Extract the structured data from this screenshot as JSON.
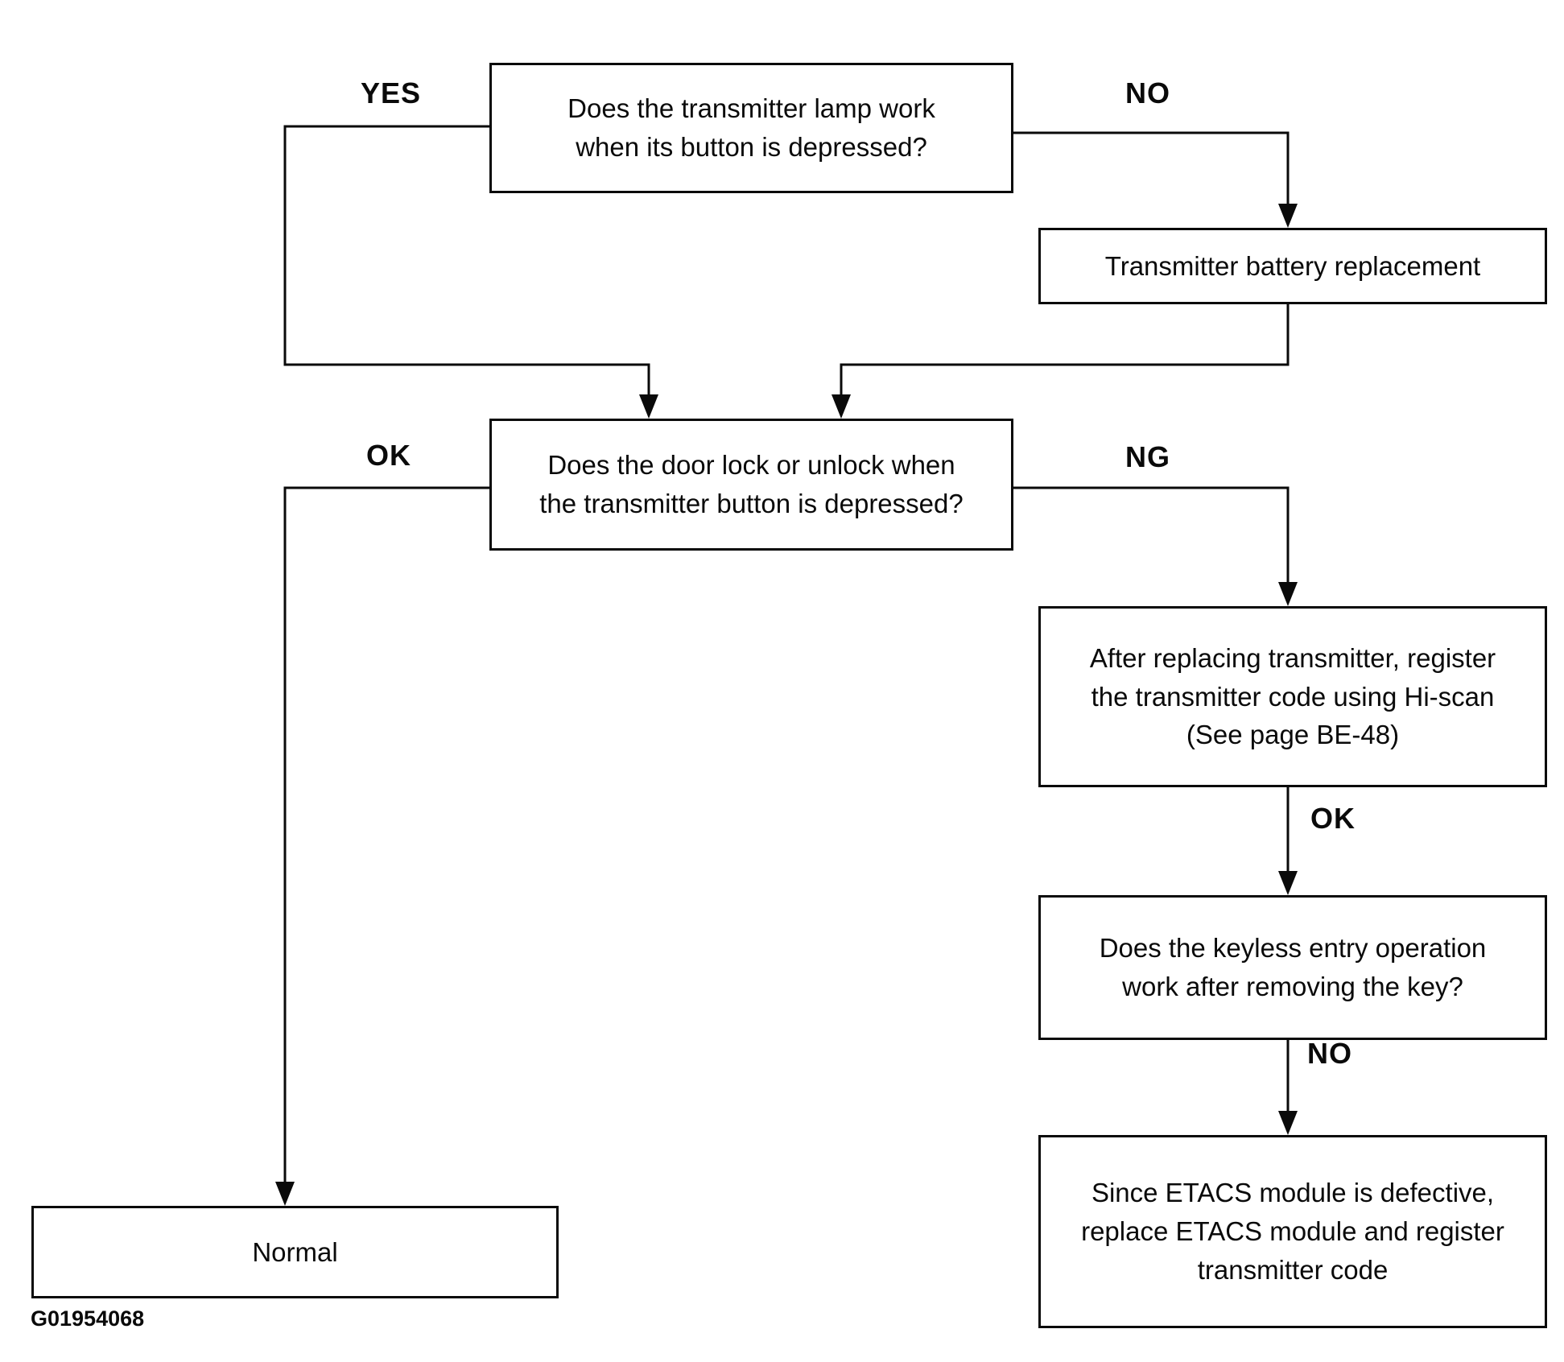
{
  "flowchart": {
    "boxes": {
      "lamp_question": "Does the transmitter lamp work\nwhen its button is depressed?",
      "battery_replacement": "Transmitter battery replacement",
      "door_lock_question": "Does the door lock or unlock when\nthe transmitter button is depressed?",
      "register_transmitter_code": "After replacing transmitter, register\nthe transmitter code using Hi-scan\n(See page BE-48)",
      "keyless_entry_question": "Does the keyless entry operation\nwork after removing the key?",
      "replace_etacs_module": "Since ETACS module is defective,\nreplace ETACS module and register\ntransmitter code",
      "normal_result": "Normal"
    },
    "edge_labels": {
      "yes": "YES",
      "no_top": "NO",
      "ok_left": "OK",
      "ng": "NG",
      "ok_right": "OK",
      "no_right": "NO"
    },
    "figure_id": "G01954068",
    "colors": {
      "line": "#0a0a0a",
      "background": "#ffffff",
      "text": "#0a0a0a"
    }
  }
}
